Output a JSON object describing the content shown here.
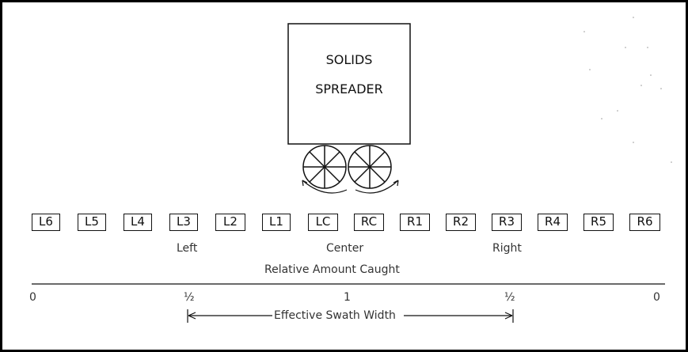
{
  "spreader": {
    "line1": "SOLIDS",
    "line2": "SPREADER"
  },
  "trays": [
    "L6",
    "L5",
    "L4",
    "L3",
    "L2",
    "L1",
    "LC",
    "RC",
    "R1",
    "R2",
    "R3",
    "R4",
    "R5",
    "R6"
  ],
  "labels": {
    "left": "Left",
    "center": "Center",
    "right": "Right",
    "relative_amount": "Relative Amount Caught"
  },
  "scale": {
    "t0": "0",
    "t1": "½",
    "t2": "1",
    "t3": "½",
    "t4": "0"
  },
  "swath": {
    "label": "Effective Swath Width"
  }
}
